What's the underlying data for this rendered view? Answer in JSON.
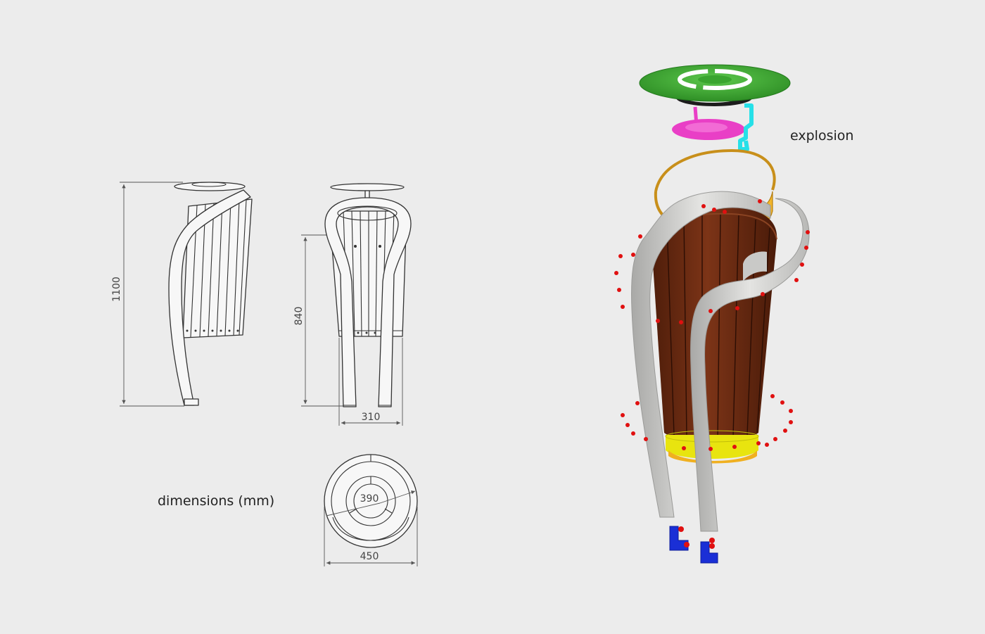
{
  "labels": {
    "dimensions": "dimensions (mm)",
    "explosion": "explosion"
  },
  "dimensions": {
    "height_total": "1100",
    "height_body": "840",
    "width_front": "310",
    "diameter_inner": "390",
    "diameter_outer": "450"
  },
  "colors": {
    "background": "#ececec",
    "lid": "#3aa52f",
    "inner_plate": "#e93fc6",
    "clip": "#26e0e8",
    "top_ring": "#f2b62c",
    "wood_slats": "#6b2c14",
    "frame": "#d4d4d2",
    "bottom_ring": "#e8e40f",
    "foot": "#1a2fd6",
    "bolts": "#e01010"
  }
}
